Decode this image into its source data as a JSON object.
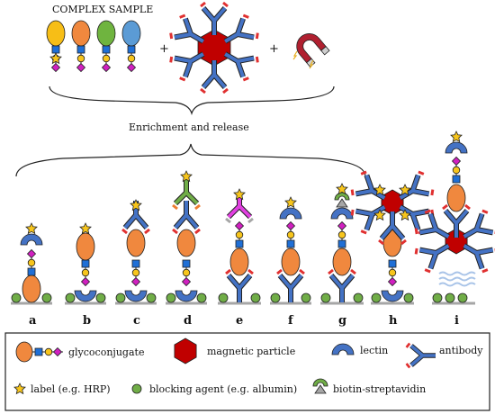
{
  "header": {
    "sample_title": "COMPLEX SAMPLE",
    "plus_symbol": "+",
    "process_label": "Enrichment and release"
  },
  "top_components": [
    {
      "id": "complex-sample",
      "icon": "glycoconjugate-mixture-icon"
    },
    {
      "id": "magnetic-particle-with-antibodies",
      "icon": "magnetic-particle-icon"
    },
    {
      "id": "magnet",
      "icon": "magnet-icon"
    }
  ],
  "strategies": [
    "a",
    "b",
    "c",
    "d",
    "e",
    "f",
    "g",
    "h",
    "i"
  ],
  "legend": [
    {
      "icon": "glycoconjugate-icon",
      "label": "glycoconjugate"
    },
    {
      "icon": "magnetic-particle-icon",
      "label": "magnetic particle"
    },
    {
      "icon": "lectin-icon",
      "label": "lectin"
    },
    {
      "icon": "antibody-icon",
      "label": "antibody"
    },
    {
      "icon": "label-icon",
      "label": "label (e.g. HRP)"
    },
    {
      "icon": "blocking-agent-icon",
      "label": "blocking agent (e.g. albumin)"
    },
    {
      "icon": "biotin-streptavidin-icon",
      "label": "biotin-streptavidin"
    }
  ],
  "colors": {
    "glycoconjugate": "#f0883e",
    "protein_yellow": "#f7be16",
    "protein_green": "#6fb43f",
    "protein_blue": "#5b9bd5",
    "magnetic_particle": "#c00000",
    "lectin": "#4472c4",
    "antibody": "#4472c4",
    "antibody_tips": "#e03030",
    "label": "#f7c51c",
    "blocking_agent": "#70ad47",
    "streptavidin": "#70ad47",
    "biotin": "#a6a6a6",
    "secondary_antibody_green": "#70ad47",
    "secondary_antibody_orange": "#ed7d31",
    "secondary_antibody_magenta": "#e040e0",
    "surface": "#a6a6a6",
    "wave": "#a9c4e8"
  }
}
